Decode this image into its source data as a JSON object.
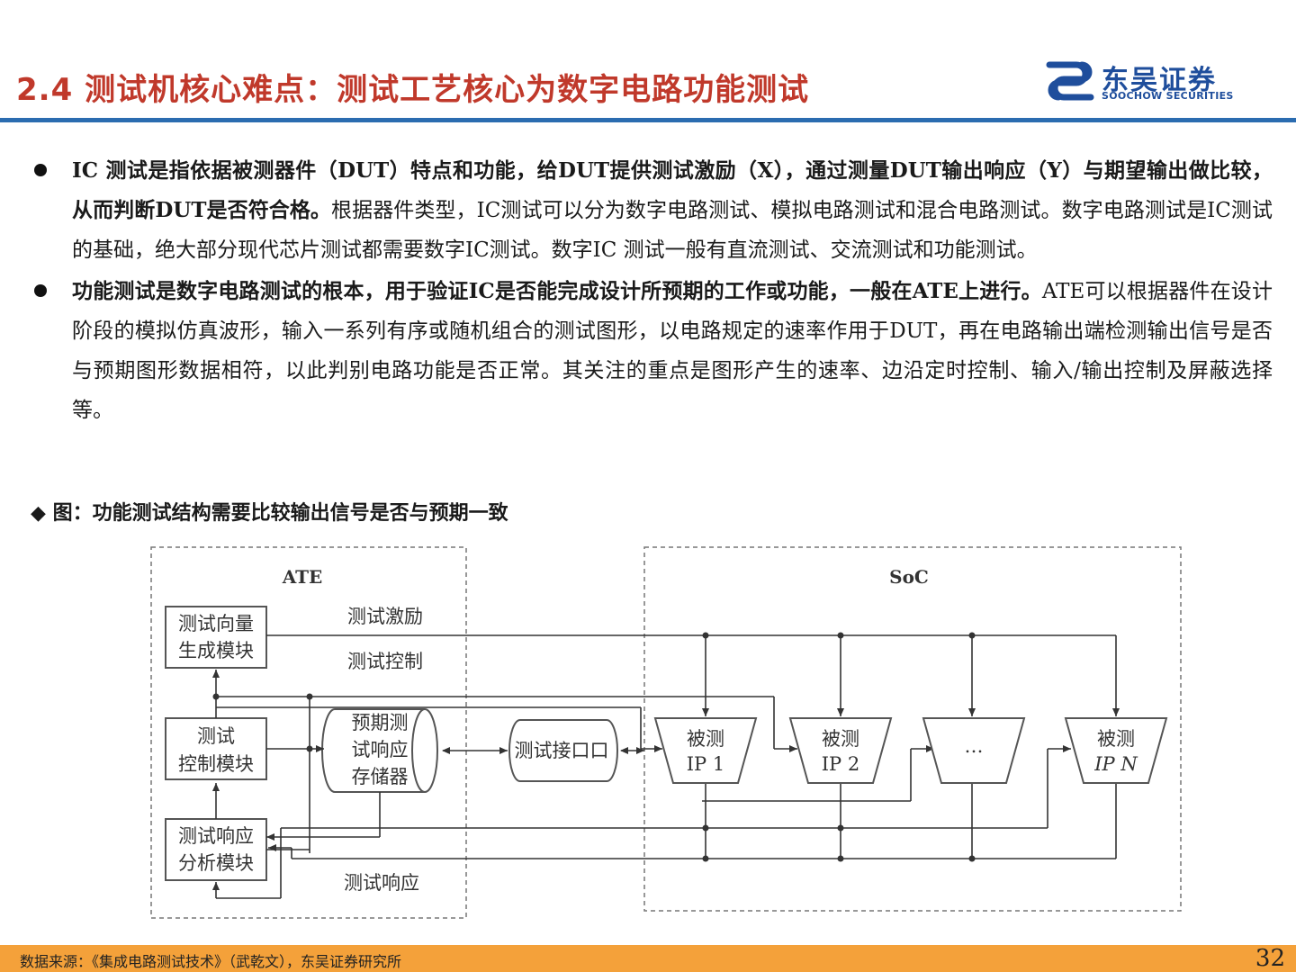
{
  "header": {
    "title": "2.4 测试机核心难点：测试工艺核心为数字电路功能测试",
    "logo_cn": "东吴证券",
    "logo_en": "SOOCHOW SECURITIES",
    "brand_color": "#1f4e9c",
    "title_color": "#c0392b"
  },
  "bullets": [
    {
      "bold": "IC 测试是指依据被测器件（DUT）特点和功能，给DUT提供测试激励（X），通过测量DUT输出响应（Y）与期望输出做比较，从而判断DUT是否符合格。",
      "text": "根据器件类型，IC测试可以分为数字电路测试、模拟电路测试和混合电路测试。数字电路测试是IC测试的基础，绝大部分现代芯片测试都需要数字IC测试。数字IC 测试一般有直流测试、交流测试和功能测试。"
    },
    {
      "bold": "功能测试是数字电路测试的根本，用于验证IC是否能完成设计所预期的工作或功能，一般在ATE上进行。",
      "text": "ATE可以根据器件在设计阶段的模拟仿真波形，输入一系列有序或随机组合的测试图形，以电路规定的速率作用于DUT，再在电路输出端检测输出信号是否与预期图形数据相符，以此判别电路功能是否正常。其关注的重点是图形产生的速率、边沿定时控制、输入/输出控制及屏蔽选择等。"
    }
  ],
  "figure": {
    "caption": "◆ 图：功能测试结构需要比较输出信号是否与预期一致",
    "ate_label": "ATE",
    "soc_label": "SoC",
    "blocks": {
      "vector_gen": [
        "测试向量",
        "生成模块"
      ],
      "test_ctrl": [
        "测试",
        "控制模块"
      ],
      "resp_analysis": [
        "测试响应",
        "分析模块"
      ],
      "expected_store": [
        "预期测",
        "试响应",
        "存储器"
      ],
      "test_interface": "测试接口口"
    },
    "signals": {
      "stimulus": "测试激励",
      "control": "测试控制",
      "response": "测试响应"
    },
    "ips": [
      {
        "line1": "被测",
        "line2": "IP 1"
      },
      {
        "line1": "被测",
        "line2": "IP 2"
      },
      {
        "line1": "…",
        "line2": ""
      },
      {
        "line1": "被测",
        "line2": "IP N"
      }
    ]
  },
  "footer": {
    "source": "数据来源：《集成电路测试技术》（武乾文），东吴证券研究所",
    "page": "32",
    "bar_color": "#f4a13a"
  }
}
